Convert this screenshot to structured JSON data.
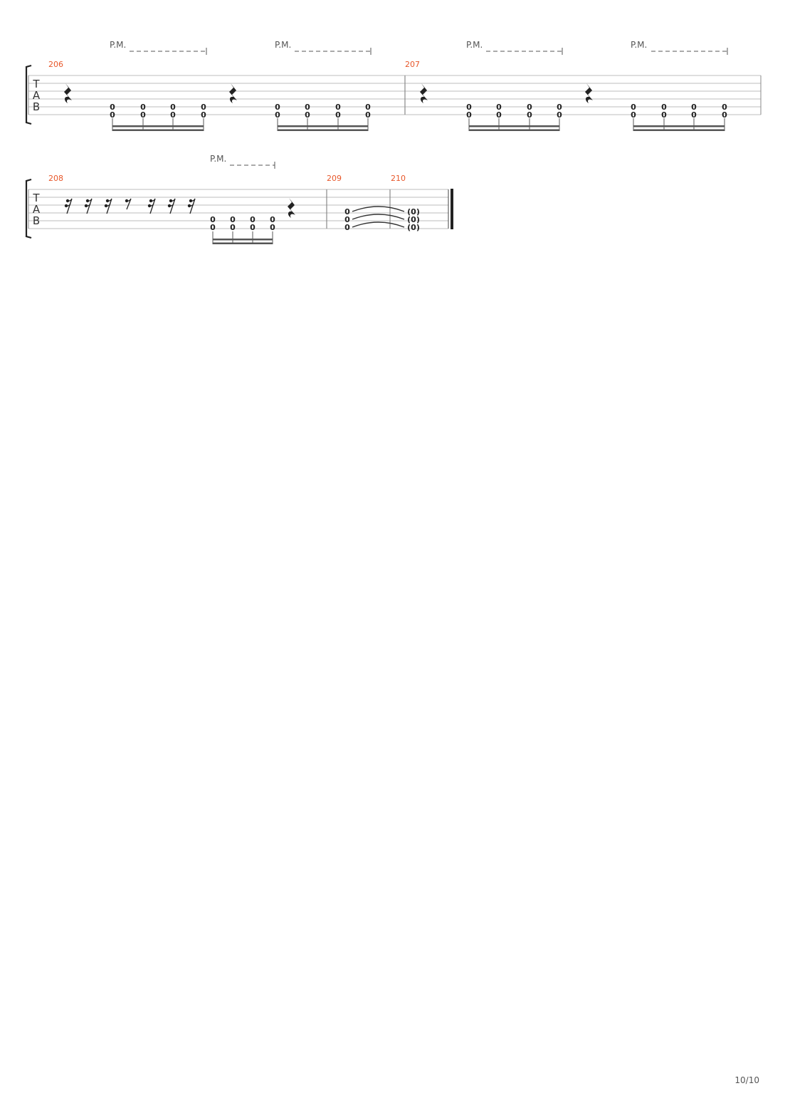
{
  "page": {
    "number": "10/10"
  },
  "labels": {
    "palm_mute": "P.M.",
    "tab_letters": [
      "T",
      "A",
      "B"
    ],
    "ghost_zero": "(0)"
  },
  "colors": {
    "measure_number": "#e8572a",
    "ink": "#222222",
    "staff_line": "#bdbdbd",
    "text": "#555555"
  },
  "systems": [
    {
      "measures": [
        {
          "number": "206",
          "palm_mute_groups": 2,
          "events": [
            {
              "type": "rest",
              "duration": "quarter"
            },
            {
              "type": "beamed_group",
              "duration": "sixteenth",
              "notes": [
                {
                  "fret": "0",
                  "strings": [
                    5,
                    6
                  ]
                },
                {
                  "fret": "0",
                  "strings": [
                    5,
                    6
                  ]
                },
                {
                  "fret": "0",
                  "strings": [
                    5,
                    6
                  ]
                },
                {
                  "fret": "0",
                  "strings": [
                    5,
                    6
                  ]
                }
              ]
            },
            {
              "type": "rest",
              "duration": "quarter"
            },
            {
              "type": "beamed_group",
              "duration": "sixteenth",
              "notes": [
                {
                  "fret": "0",
                  "strings": [
                    5,
                    6
                  ]
                },
                {
                  "fret": "0",
                  "strings": [
                    5,
                    6
                  ]
                },
                {
                  "fret": "0",
                  "strings": [
                    5,
                    6
                  ]
                },
                {
                  "fret": "0",
                  "strings": [
                    5,
                    6
                  ]
                }
              ]
            }
          ]
        },
        {
          "number": "207",
          "palm_mute_groups": 2,
          "events": [
            {
              "type": "rest",
              "duration": "quarter"
            },
            {
              "type": "beamed_group",
              "duration": "sixteenth",
              "notes": [
                {
                  "fret": "0",
                  "strings": [
                    5,
                    6
                  ]
                },
                {
                  "fret": "0",
                  "strings": [
                    5,
                    6
                  ]
                },
                {
                  "fret": "0",
                  "strings": [
                    5,
                    6
                  ]
                },
                {
                  "fret": "0",
                  "strings": [
                    5,
                    6
                  ]
                }
              ]
            },
            {
              "type": "rest",
              "duration": "quarter"
            },
            {
              "type": "beamed_group",
              "duration": "sixteenth",
              "notes": [
                {
                  "fret": "0",
                  "strings": [
                    5,
                    6
                  ]
                },
                {
                  "fret": "0",
                  "strings": [
                    5,
                    6
                  ]
                },
                {
                  "fret": "0",
                  "strings": [
                    5,
                    6
                  ]
                },
                {
                  "fret": "0",
                  "strings": [
                    5,
                    6
                  ]
                }
              ]
            }
          ]
        }
      ]
    },
    {
      "measures": [
        {
          "number": "208",
          "palm_mute_groups": 1,
          "events": [
            {
              "type": "rest",
              "duration": "sixteenth"
            },
            {
              "type": "rest",
              "duration": "sixteenth"
            },
            {
              "type": "rest",
              "duration": "sixteenth"
            },
            {
              "type": "rest",
              "duration": "eighth"
            },
            {
              "type": "rest",
              "duration": "sixteenth"
            },
            {
              "type": "rest",
              "duration": "sixteenth"
            },
            {
              "type": "rest",
              "duration": "sixteenth"
            },
            {
              "type": "beamed_group",
              "duration": "sixteenth",
              "notes": [
                {
                  "fret": "0",
                  "strings": [
                    5,
                    6
                  ]
                },
                {
                  "fret": "0",
                  "strings": [
                    5,
                    6
                  ]
                },
                {
                  "fret": "0",
                  "strings": [
                    5,
                    6
                  ]
                },
                {
                  "fret": "0",
                  "strings": [
                    5,
                    6
                  ]
                }
              ]
            },
            {
              "type": "rest",
              "duration": "quarter"
            }
          ]
        },
        {
          "number": "209",
          "events": [
            {
              "type": "chord",
              "fret": "0",
              "strings": [
                4,
                5,
                6
              ],
              "tied_to_next": true
            }
          ]
        },
        {
          "number": "210",
          "events": [
            {
              "type": "tied_chord",
              "fret": "(0)",
              "strings": [
                4,
                5,
                6
              ]
            }
          ],
          "final_barline": true
        }
      ]
    }
  ]
}
